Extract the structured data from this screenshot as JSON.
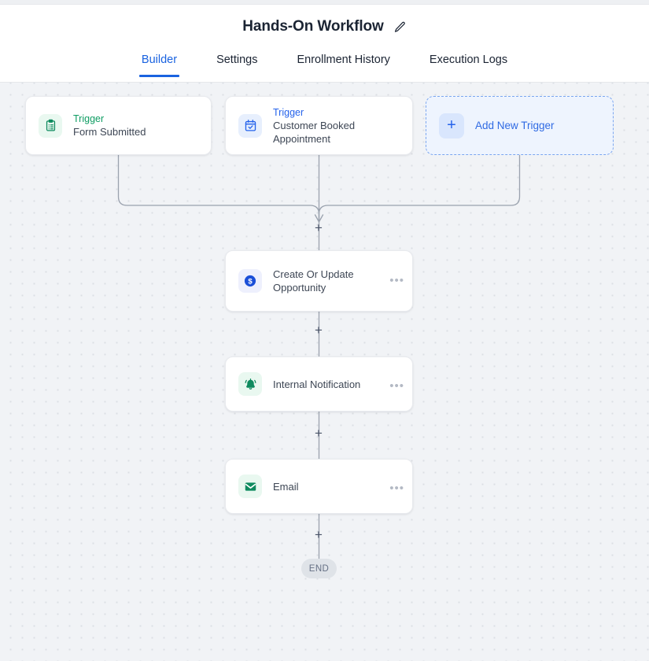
{
  "header": {
    "title": "Hands-On Workflow",
    "edit_icon": "pencil-icon",
    "tabs": [
      {
        "label": "Builder",
        "active": true
      },
      {
        "label": "Settings",
        "active": false
      },
      {
        "label": "Enrollment History",
        "active": false
      },
      {
        "label": "Execution Logs",
        "active": false
      }
    ]
  },
  "canvas": {
    "triggers": [
      {
        "kicker": "Trigger",
        "title": "Form Submitted",
        "icon": "clipboard-list-icon",
        "accent": "#0f9d63"
      },
      {
        "kicker": "Trigger",
        "title": "Customer Booked Appointment",
        "icon": "calendar-check-icon",
        "accent": "#2563eb"
      }
    ],
    "add_trigger": {
      "label": "Add New Trigger",
      "icon": "plus-icon",
      "accent": "#2f6ae3"
    },
    "actions": [
      {
        "label": "Create Or Update Opportunity",
        "icon": "dollar-circle-icon",
        "menu": "•••"
      },
      {
        "label": "Internal Notification",
        "icon": "bell-icon",
        "menu": "•••"
      },
      {
        "label": "Email",
        "icon": "envelope-icon",
        "menu": "•••"
      }
    ],
    "add_step_icon": "plus-icon",
    "end_label": "END",
    "colors": {
      "accent_blue": "#1a63e0",
      "accent_green": "#0f9d63",
      "canvas_bg": "#f1f3f6",
      "grid_dot": "#dcdfe4",
      "edge_line": "#9aa2ae",
      "end_pill_bg": "#dfe3e8"
    }
  }
}
